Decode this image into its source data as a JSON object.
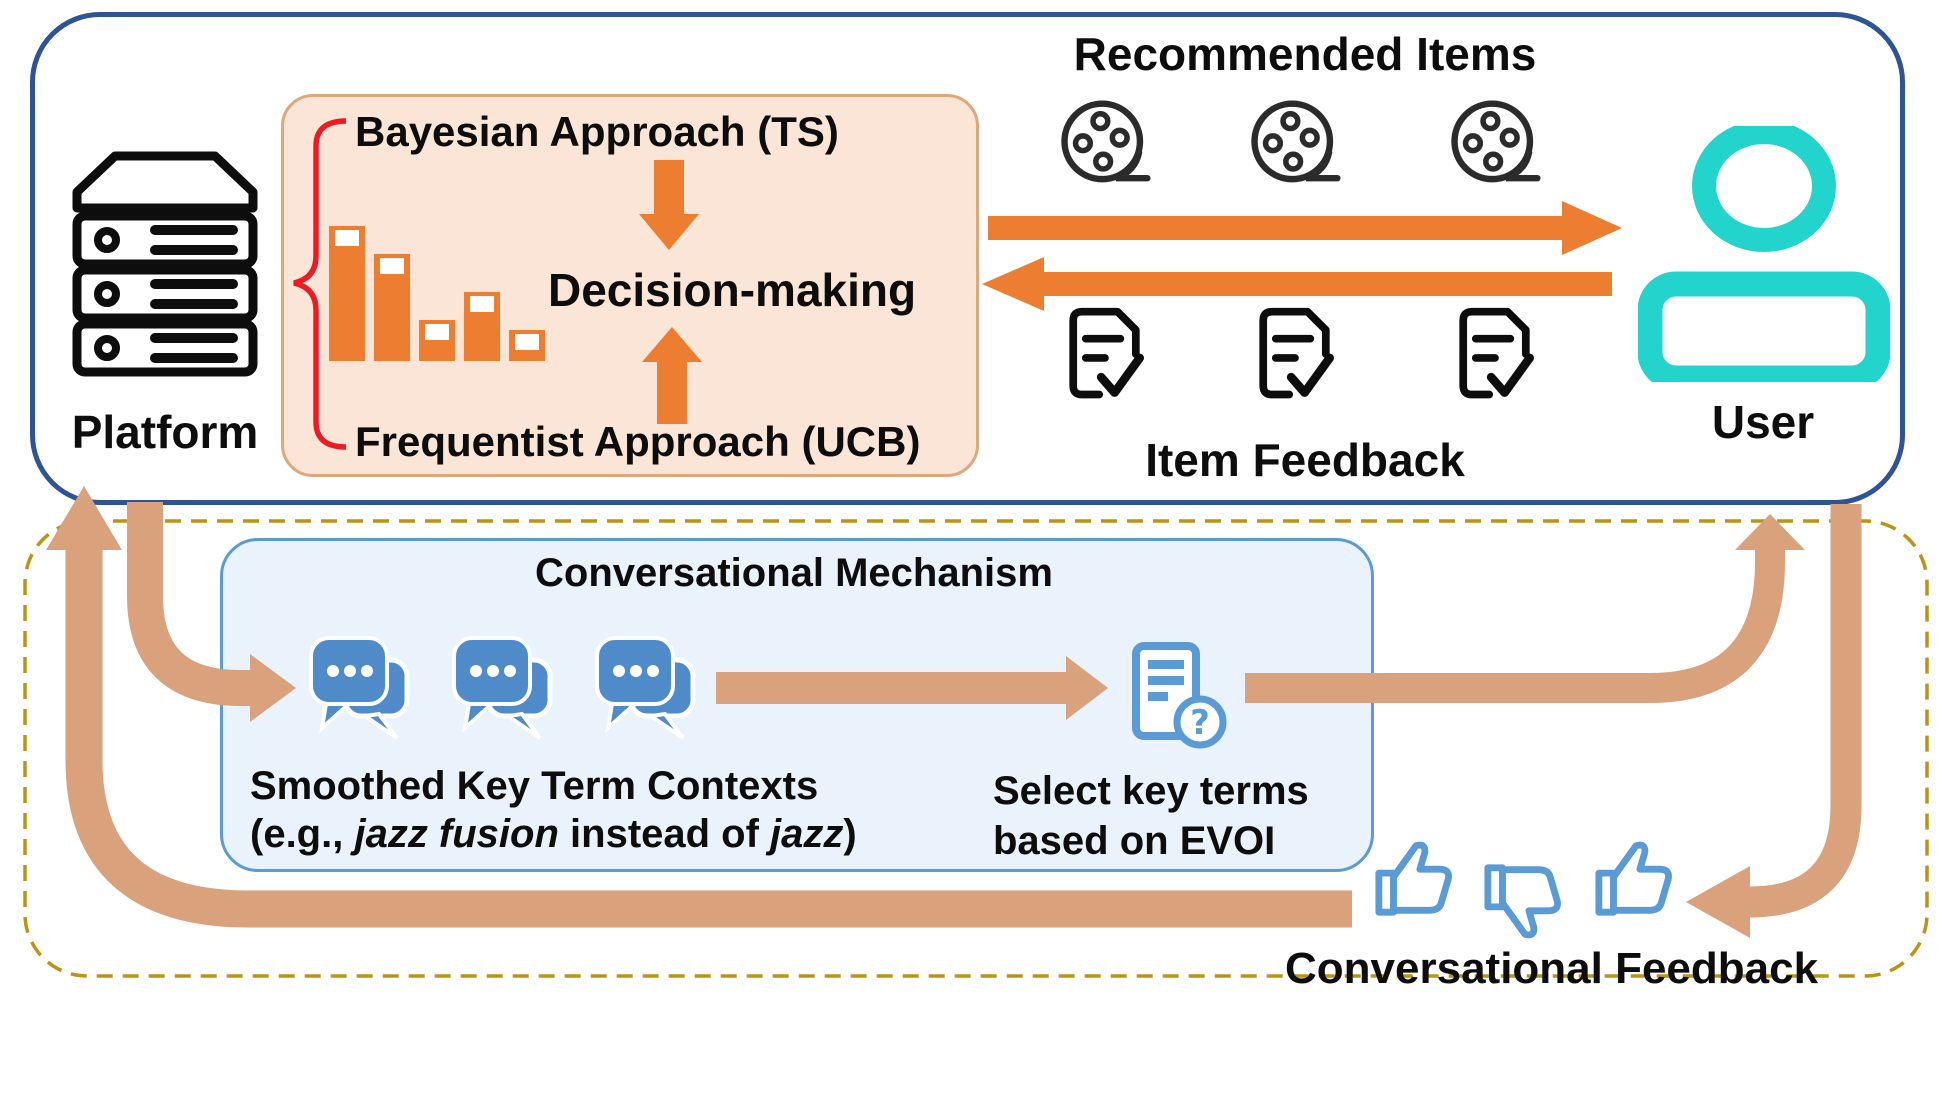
{
  "colors": {
    "navy": "#2E5493",
    "orange": "#ED7D31",
    "tan": "#D9A17C",
    "peach-fill": "#FBE5D6",
    "peach-border": "#DFA77C",
    "red": "#EC1C24",
    "teal": "#22D4CB",
    "blue": "#5B9BD5",
    "chat-blue": "#4E8BC8",
    "blue-fill": "#EAF2FB",
    "gold": "#BC9312",
    "icon-dark": "#2B2B2B",
    "ink": "#0D0D0D"
  },
  "top_section": {
    "platform_label": "Platform",
    "user_label": "User",
    "recommended_items_label": "Recommended Items",
    "item_feedback_label": "Item Feedback",
    "decision_box": {
      "bayesian_label": "Bayesian Approach (TS)",
      "decision_label": "Decision-making",
      "frequentist_label": "Frequentist Approach (UCB)",
      "histogram": {
        "type": "bar",
        "values": [
          135,
          107,
          41,
          69,
          31
        ],
        "bar_color": "#ED7D31"
      }
    }
  },
  "bottom_section": {
    "conversational_mechanism_label": "Conversational Mechanism",
    "smoothed_line1": "Smoothed Key Term Contexts",
    "smoothed_line2": {
      "p1": "(e.g., ",
      "p2_italic": "jazz fusion",
      "p3": " instead of ",
      "p4_italic": "jazz",
      "p5": ")"
    },
    "select_line1": "Select key terms",
    "select_line2": "based on EVOI",
    "conversational_feedback_label": "Conversational Feedback"
  }
}
